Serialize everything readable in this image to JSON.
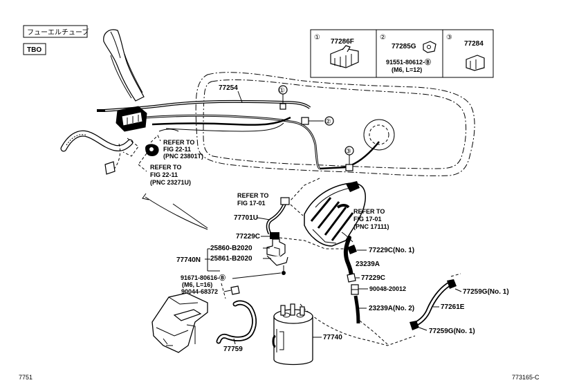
{
  "header": {
    "japanese_label": "フューエルチューブ",
    "model_code": "TBO"
  },
  "legend": [
    {
      "num": "①",
      "part": "77286F",
      "sub": ""
    },
    {
      "num": "②",
      "part": "77285G",
      "sub": "91551-80612-Ⓑ",
      "sub2": "(M6, L=12)"
    },
    {
      "num": "③",
      "part": "77284",
      "sub": ""
    }
  ],
  "callouts": {
    "c1": "①",
    "c2": "②",
    "c3": "③"
  },
  "parts": {
    "p77254": "77254",
    "p77701u": "77701U",
    "p77229c_a": "77229C",
    "p25860": "25860-B2020",
    "p25861": "25861-B2020",
    "p77740n": "77740N",
    "p91671": "91671-80616-Ⓑ",
    "p91671_sub": "(M6, L=16)",
    "p90044": "90044-68372",
    "p77759": "77759",
    "p77740": "77740",
    "p77229c_no1": "77229C(No. 1)",
    "p23239a": "23239A",
    "p77229c_b": "77229C",
    "p90048": "90048-20012",
    "p23239a_no2": "23239A(No. 2)",
    "p77259g_top": "77259G(No. 1)",
    "p77261e": "77261E",
    "p77259g_bot": "77259G(No. 1)"
  },
  "refers": {
    "r1": [
      "REFER TO",
      "FIG 22-11",
      "(PNC 23801T)"
    ],
    "r2": [
      "REFER TO",
      "FIG 22-11",
      "(PNC 23271U)"
    ],
    "r3": [
      "REFER TO",
      "FIG 17-01"
    ],
    "r4": [
      "REFER TO",
      "FIG 17-01",
      "(PNC 17111)"
    ]
  },
  "footer": {
    "left_code": "7751",
    "right_code": "773165-C"
  }
}
